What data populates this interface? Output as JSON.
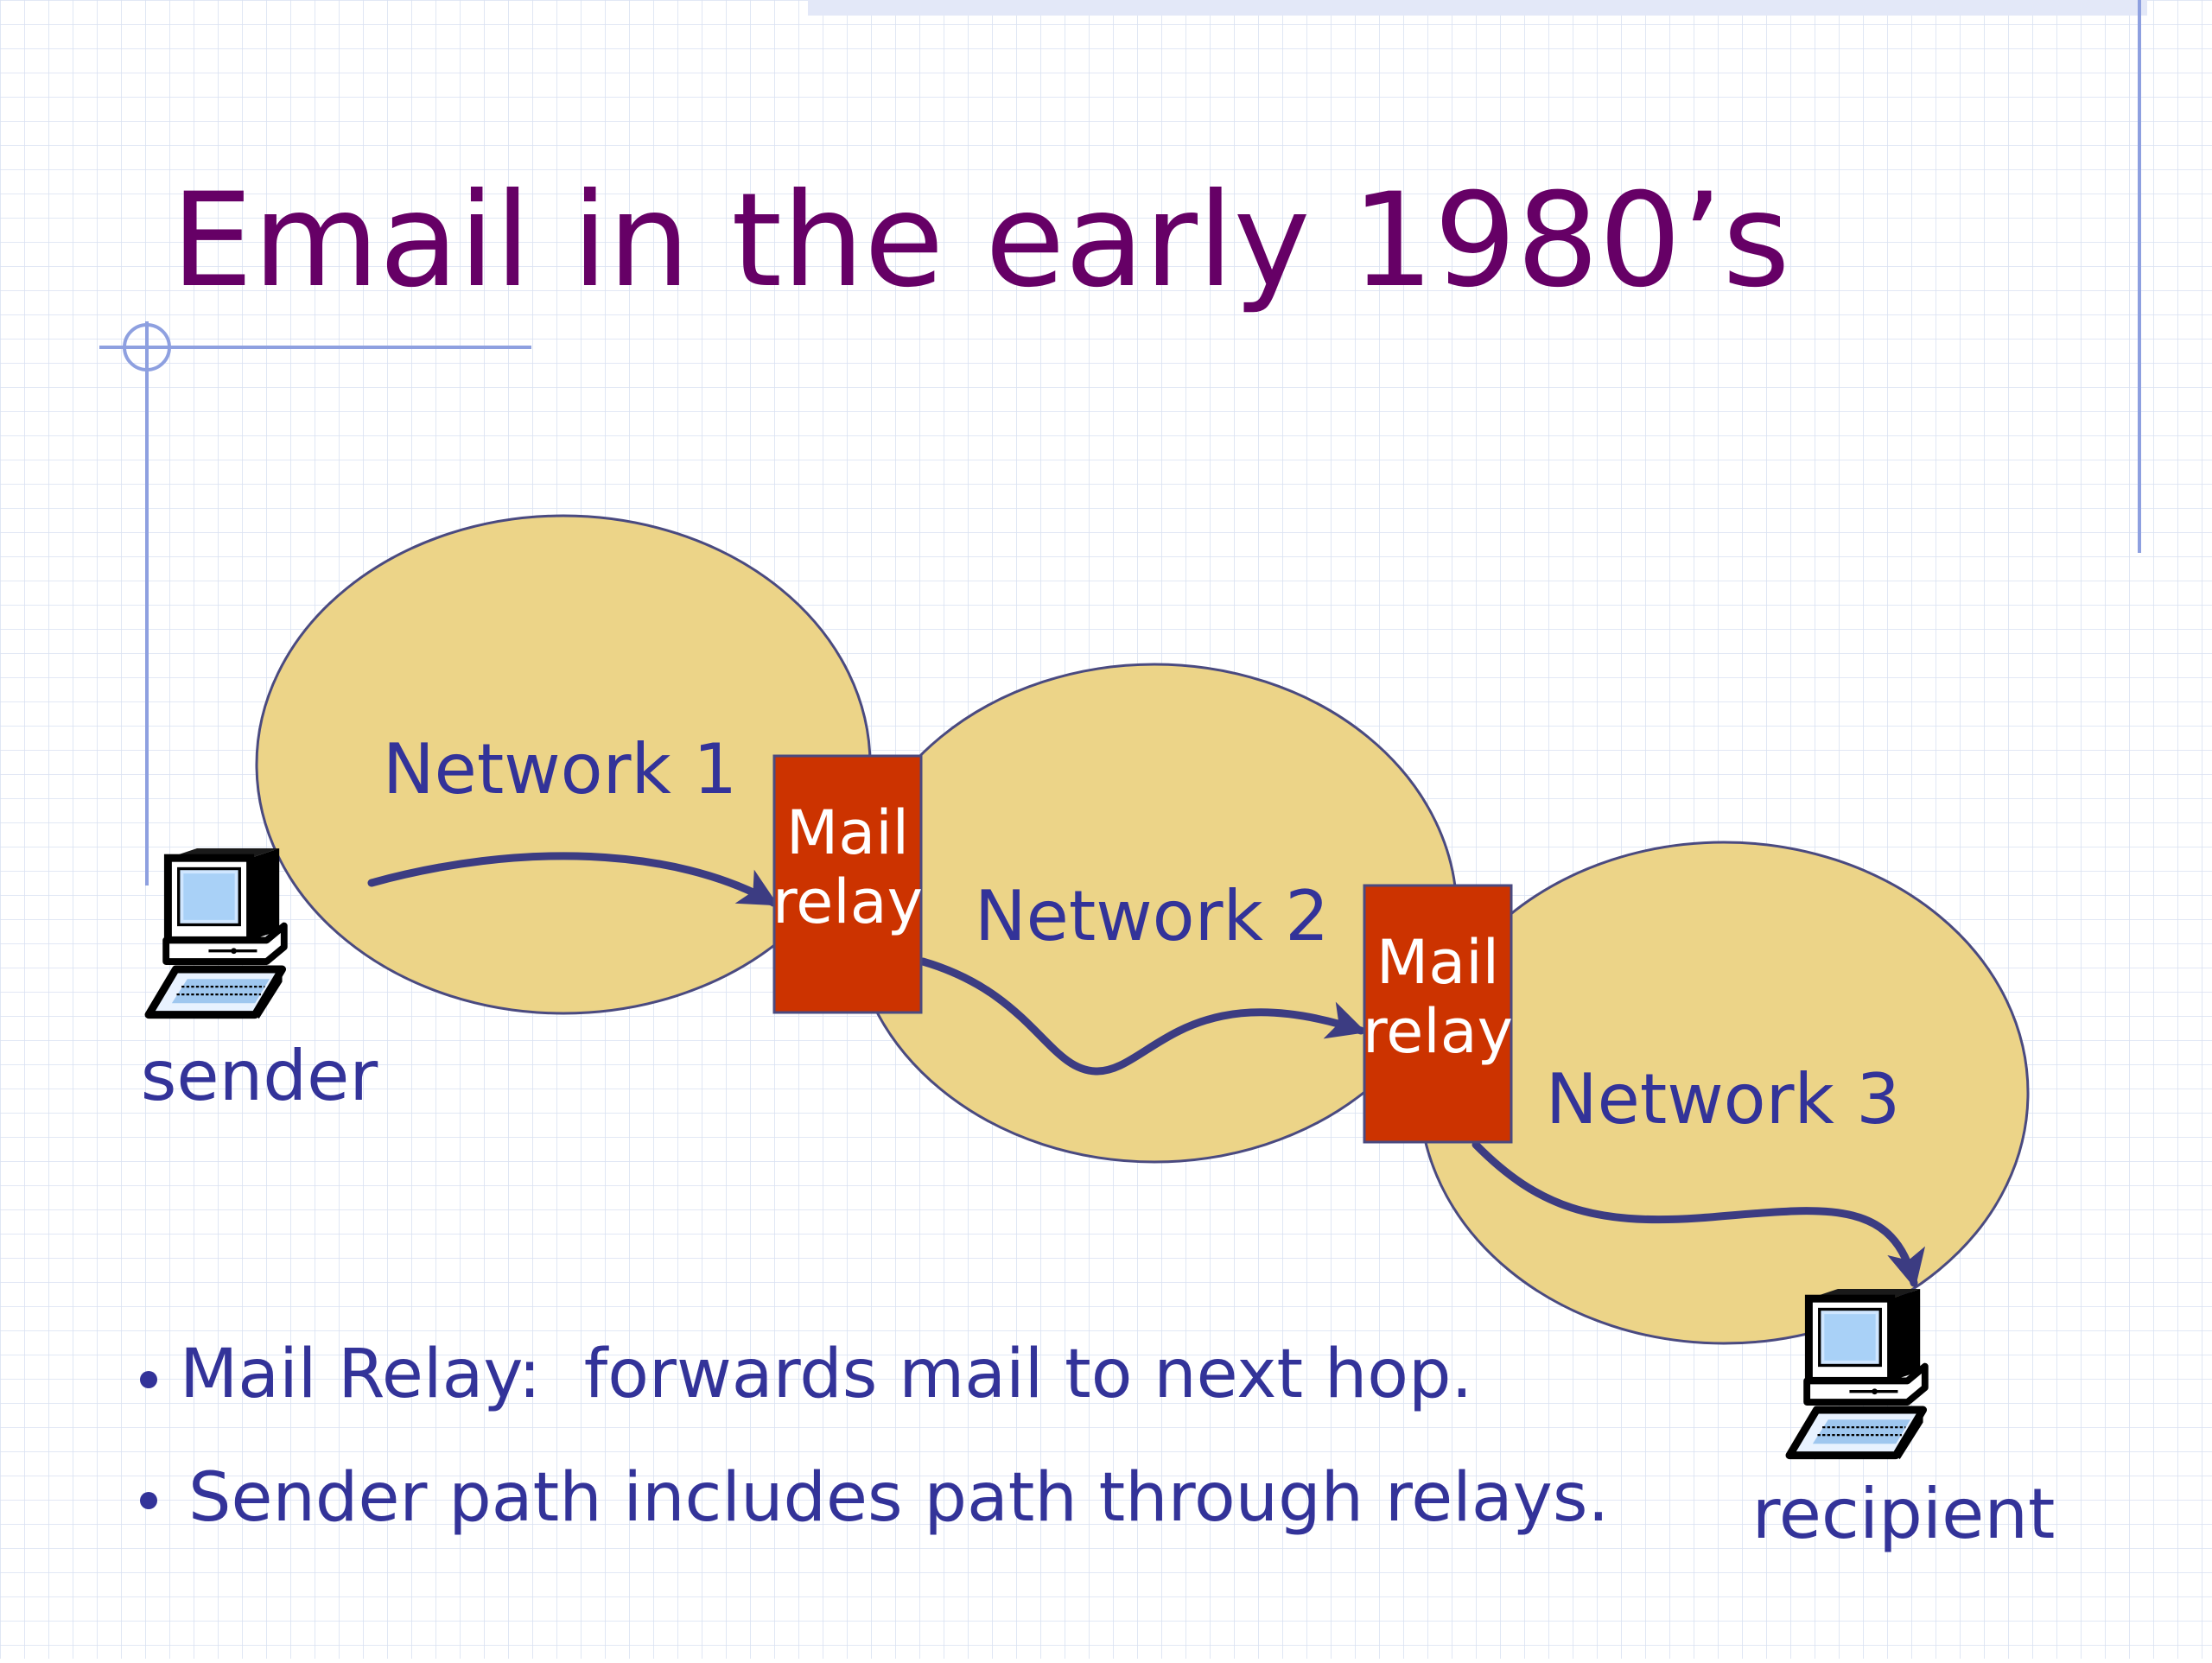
{
  "slide": {
    "title": "Email in the early 1980’s",
    "colors": {
      "background": "#ffffff",
      "grid": "#d9e1f2",
      "accent_line": "#8ea0e0",
      "title": "#660066",
      "text": "#333399",
      "network_fill": "#ecd488",
      "network_stroke": "#4a4a80",
      "relay_fill": "#cc3300",
      "relay_text": "#ffffff",
      "arrow": "#3c3c82"
    }
  },
  "diagram": {
    "networks": [
      {
        "label": "Network 1"
      },
      {
        "label": "Network 2"
      },
      {
        "label": "Network 3"
      }
    ],
    "relays": [
      {
        "line1": "Mail",
        "line2": "relay"
      },
      {
        "line1": "Mail",
        "line2": "relay"
      }
    ],
    "hosts": {
      "sender": {
        "label": "sender",
        "icon": "desktop-computer-icon"
      },
      "recipient": {
        "label": "recipient",
        "icon": "desktop-computer-icon"
      }
    }
  },
  "bullets": [
    "Mail Relay:  forwards mail to next hop.",
    "Sender path includes path through relays."
  ]
}
